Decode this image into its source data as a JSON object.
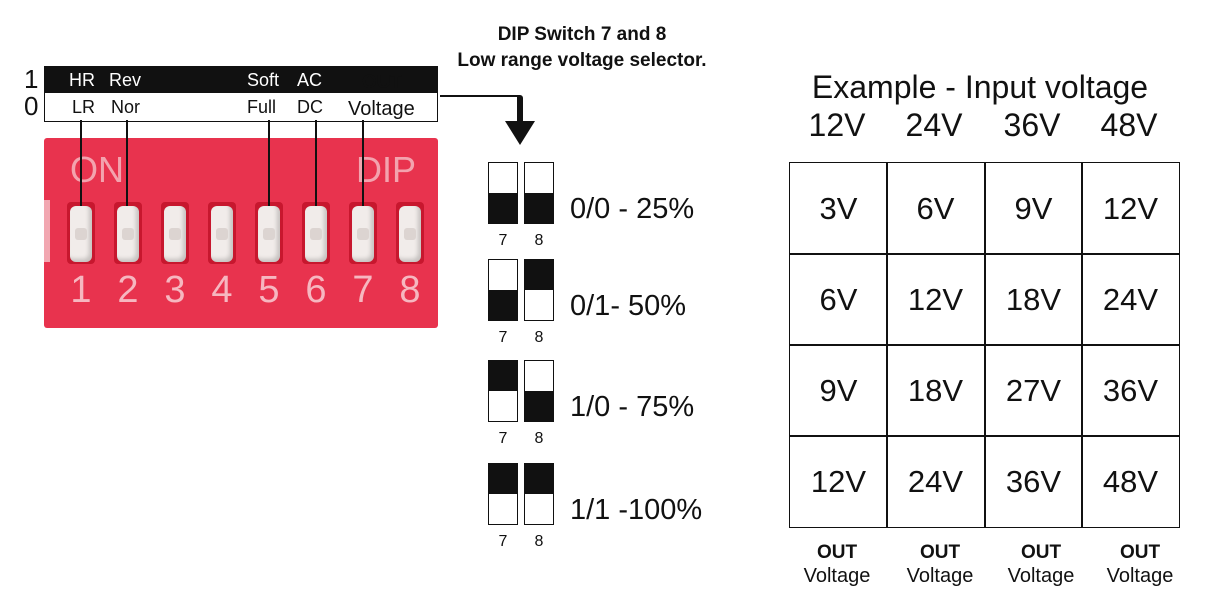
{
  "legend": {
    "row_on": "1",
    "row_off": "0",
    "on_labels": [
      "HR",
      "Rev",
      "Soft",
      "AC"
    ],
    "off_labels": [
      "LR",
      "Nor",
      "Full",
      "DC"
    ],
    "out_bold": "OUT",
    "out_normal": "Voltage"
  },
  "dip_switch": {
    "brand_left": "ON",
    "brand_right": "DIP",
    "numbers": [
      "1",
      "2",
      "3",
      "4",
      "5",
      "6",
      "7",
      "8"
    ],
    "colors": {
      "body": "#e8334e",
      "knob": "#f1ecea"
    }
  },
  "selector": {
    "title_line1": "DIP Switch 7 and 8",
    "title_line2": "Low range voltage selector.",
    "switch_labels": [
      "7",
      "8"
    ],
    "options": [
      {
        "label": "0/0 - 25%",
        "sw7": 0,
        "sw8": 0
      },
      {
        "label": "0/1- 50%",
        "sw7": 0,
        "sw8": 1
      },
      {
        "label": "1/0 - 75%",
        "sw7": 1,
        "sw8": 0
      },
      {
        "label": "1/1 -100%",
        "sw7": 1,
        "sw8": 1
      }
    ]
  },
  "example": {
    "title": "Example - Input voltage",
    "inputs": [
      "12V",
      "24V",
      "36V",
      "48V"
    ],
    "rows": [
      [
        "3V",
        "6V",
        "9V",
        "12V"
      ],
      [
        "6V",
        "12V",
        "18V",
        "24V"
      ],
      [
        "9V",
        "18V",
        "27V",
        "36V"
      ],
      [
        "12V",
        "24V",
        "36V",
        "48V"
      ]
    ],
    "footer_bold": "OUT",
    "footer_normal": "Voltage"
  }
}
